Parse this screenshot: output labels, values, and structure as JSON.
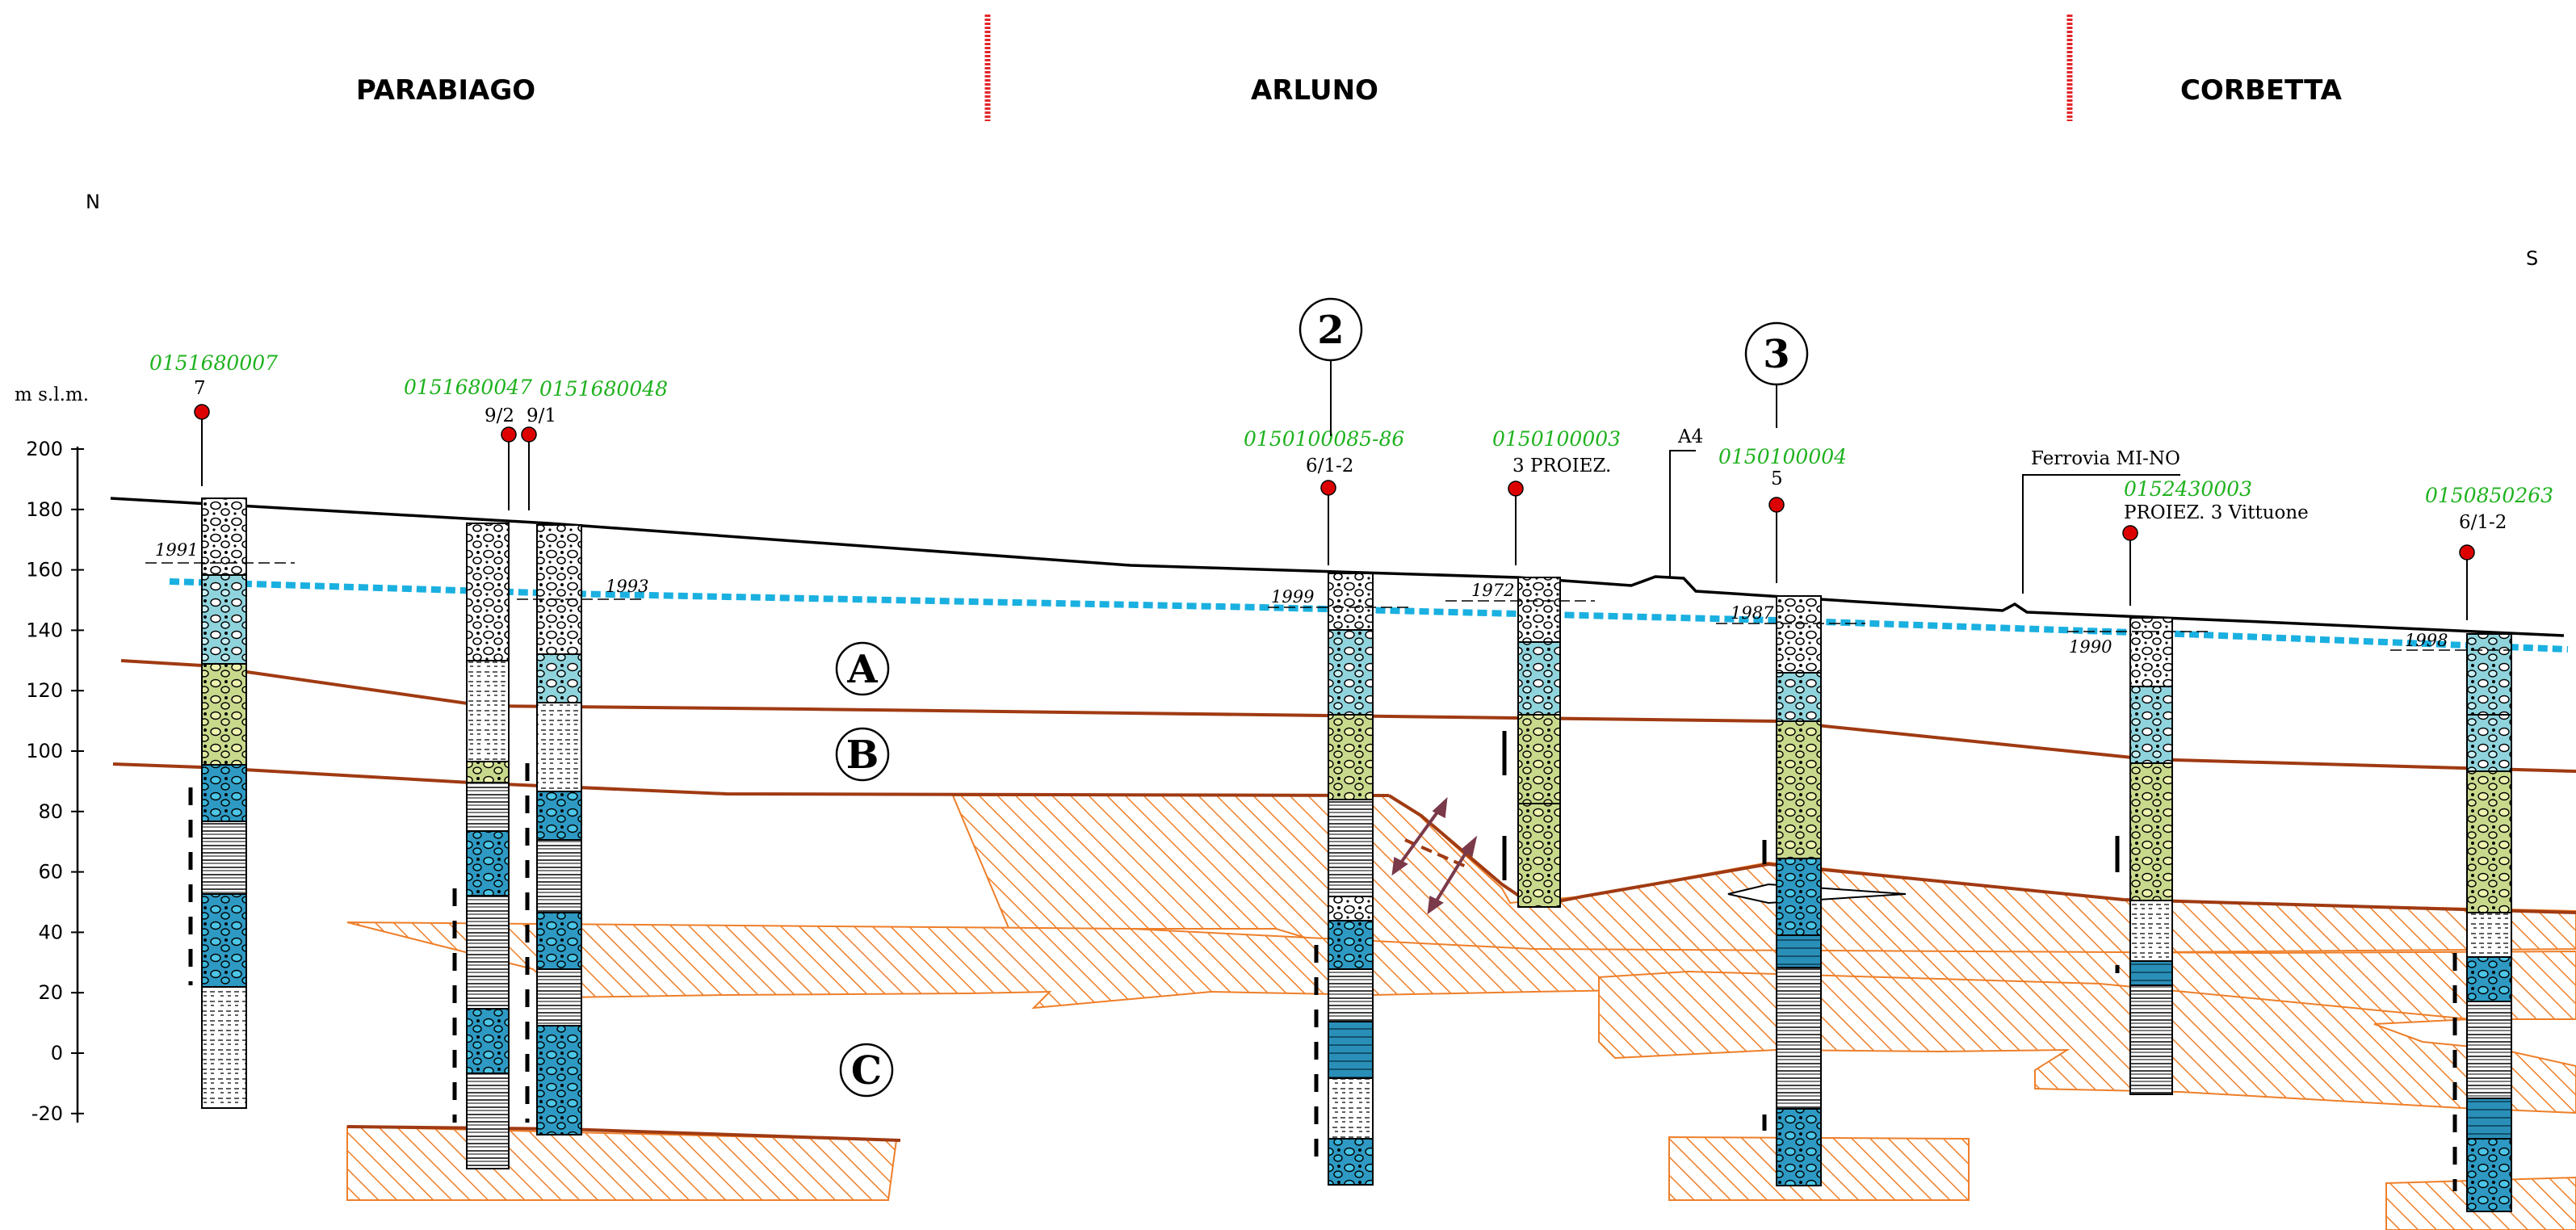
{
  "headers": {
    "left": "PARABIAGO",
    "center": "ARLUNO",
    "right": "CORBETTA"
  },
  "orientation": {
    "north": "N",
    "south": "S"
  },
  "axis": {
    "label": "m s.l.m.",
    "ticks": [
      "200",
      "180",
      "160",
      "140",
      "120",
      "100",
      "80",
      "60",
      "40",
      "20",
      "0",
      "-20"
    ]
  },
  "sections": {
    "s2": "2",
    "s3": "3"
  },
  "units": {
    "a": "A",
    "b": "B",
    "c": "C"
  },
  "wells": [
    {
      "code": "0151680007",
      "label": "7",
      "year": "1991"
    },
    {
      "code": "0151680047",
      "label": "9/2",
      "year": ""
    },
    {
      "code": "0151680048",
      "label": "9/1",
      "year": "1993"
    },
    {
      "code": "0150100085-86",
      "label": "6/1-2",
      "year": "1999"
    },
    {
      "code": "0150100003",
      "label": "3 PROIEZ.",
      "year": "1972"
    },
    {
      "code": "0150100004",
      "label": "5",
      "year": "1987"
    },
    {
      "code": "0152430003",
      "label": "PROIEZ. 3 Vittuone",
      "year": "1990"
    },
    {
      "code": "0150850263",
      "label": "6/1-2",
      "year": "1998"
    }
  ],
  "features": {
    "a4": "A4",
    "railway": "Ferrovia MI-NO"
  },
  "colors": {
    "code_text": "#1fb21f",
    "well_marker": "#dd0000",
    "water_table": "#1ab0e0",
    "unit_boundary": "#a03a12",
    "hatch": "#ee7f2a",
    "municipal_divider": "#e2262a"
  }
}
